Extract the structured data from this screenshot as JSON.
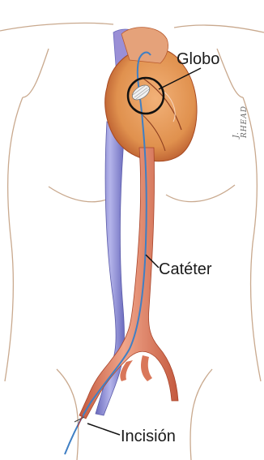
{
  "labels": {
    "balloon": "Globo",
    "catheter": "Catéter",
    "incision": "Incisión"
  },
  "signature": "J. RHEAD",
  "colors": {
    "artery": "#e08a6e",
    "artery_dark": "#c4593e",
    "vein": "#8f8fd6",
    "vein_dark": "#6a6abd",
    "heart": "#e0914e",
    "heart_dark": "#b85a2e",
    "catheter": "#3f7fc4",
    "body_outline": "#c9a98e"
  }
}
